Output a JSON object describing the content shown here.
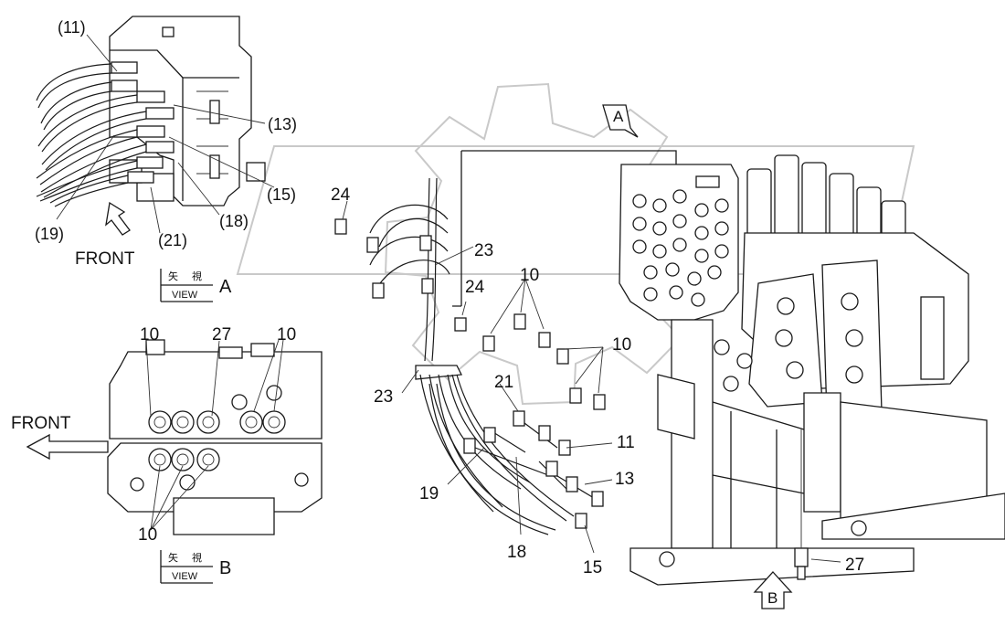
{
  "diagram": {
    "inset_callouts": {
      "c11": "(11)",
      "c13": "(13)",
      "c15": "(15)",
      "c18": "(18)",
      "c19": "(19)",
      "c21": "(21)"
    },
    "main_callouts": {
      "c10a": "10",
      "c10b": "10",
      "c11": "11",
      "c13": "13",
      "c15": "15",
      "c18": "18",
      "c19": "19",
      "c21": "21",
      "c23a": "23",
      "c23b": "23",
      "c24a": "24",
      "c24b": "24",
      "c27": "27"
    },
    "view_callouts": {
      "c10a": "10",
      "c10b": "10",
      "c10c": "10",
      "c27": "27"
    },
    "front_labels": {
      "inset": "FRONT",
      "view_a": "FRONT"
    },
    "view_a": {
      "kanji": "矢 視",
      "word": "VIEW",
      "letter": "A"
    },
    "view_b": {
      "kanji": "矢 視",
      "word": "VIEW",
      "letter": "B"
    },
    "arrow_a_letter": "A",
    "arrow_b_letter": "B",
    "icons": [
      "front-arrow-icon",
      "view-arrow-icon",
      "fitting-icon",
      "watermark-gear-icon"
    ]
  }
}
